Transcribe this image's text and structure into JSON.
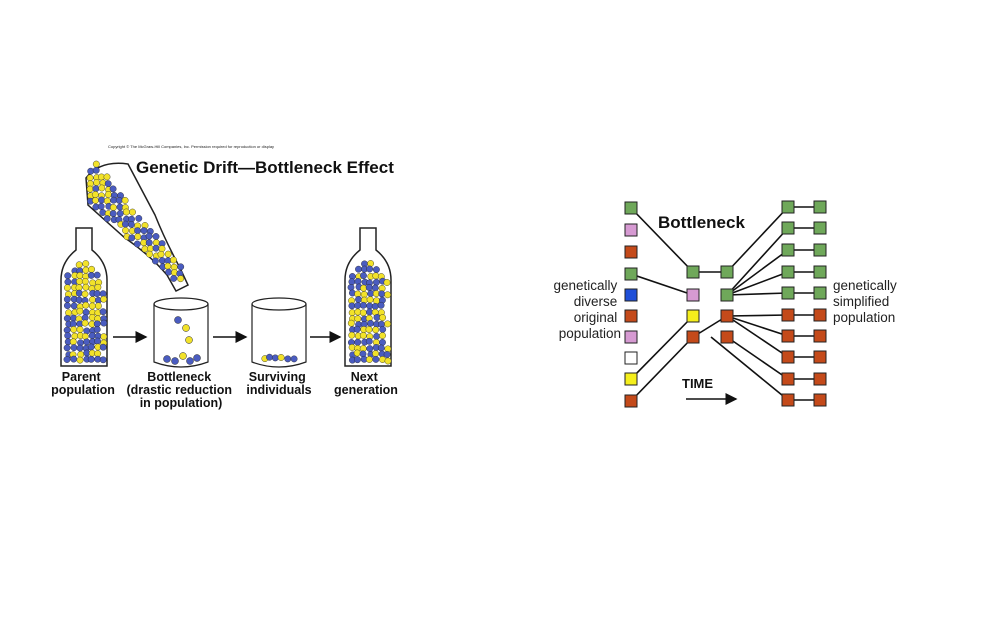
{
  "left_figure": {
    "copyright": "Copyright © The McGraw-Hill Companies, Inc. Permission required for reproduction or display",
    "title": "Genetic Drift—Bottleneck Effect",
    "captions": {
      "parent": [
        "Parent",
        "population"
      ],
      "bottleneck": [
        "Bottleneck",
        "(drastic reduction",
        "in population)"
      ],
      "surviving": [
        "Surviving",
        "individuals"
      ],
      "next": [
        "Next",
        "generation"
      ]
    },
    "colors": {
      "blue": "#4a5cc0",
      "yellow": "#f2e22a"
    }
  },
  "right_figure": {
    "title": "Bottleneck",
    "left_label": [
      "genetically",
      "diverse",
      "original",
      "population"
    ],
    "right_label": [
      "genetically",
      "simplified",
      "population"
    ],
    "time_label": "TIME",
    "colors": {
      "green": "#6fa85a",
      "pink": "#d69ad2",
      "brown": "#c44a1a",
      "blue": "#1f4fd8",
      "white": "#ffffff",
      "yellow": "#f5ef1c"
    }
  }
}
